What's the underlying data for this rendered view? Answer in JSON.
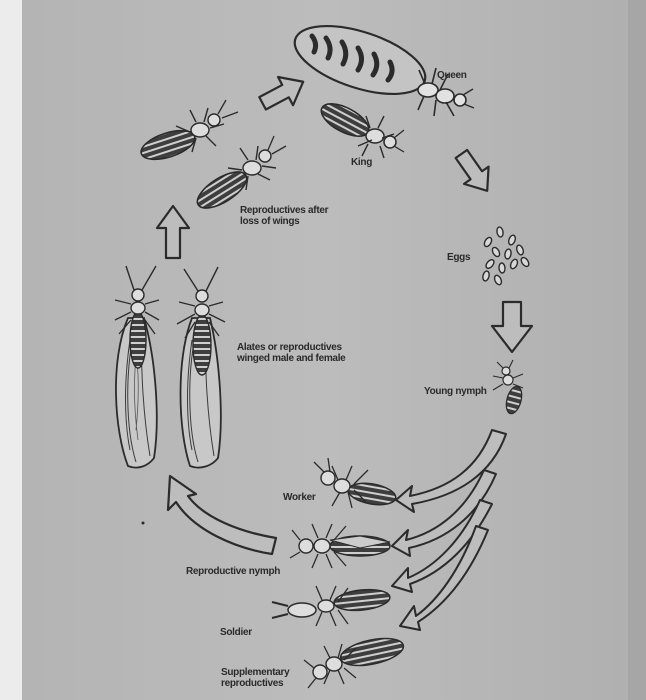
{
  "labels": {
    "queen": "Queen",
    "king": "King",
    "reproductives_after": [
      "Reproductives after",
      "loss of wings"
    ],
    "eggs": "Eggs",
    "alates": [
      "Alates or reproductives",
      "winged male and female"
    ],
    "young_nymph": "Young nymph",
    "worker": "Worker",
    "reproductive_nymph": "Reproductive nymph",
    "soldier": "Soldier",
    "supplementary": [
      "Supplementary",
      "reproductives"
    ]
  },
  "colors": {
    "paper": "#b9b9b9",
    "left_strip": "#ededed",
    "right_strip": "#a7a7a7",
    "ink": "#2b2b2b",
    "body_fill": "#4a4a4a",
    "stripe": "#cfcfcf",
    "wing_fill": "#c9c9c9"
  }
}
